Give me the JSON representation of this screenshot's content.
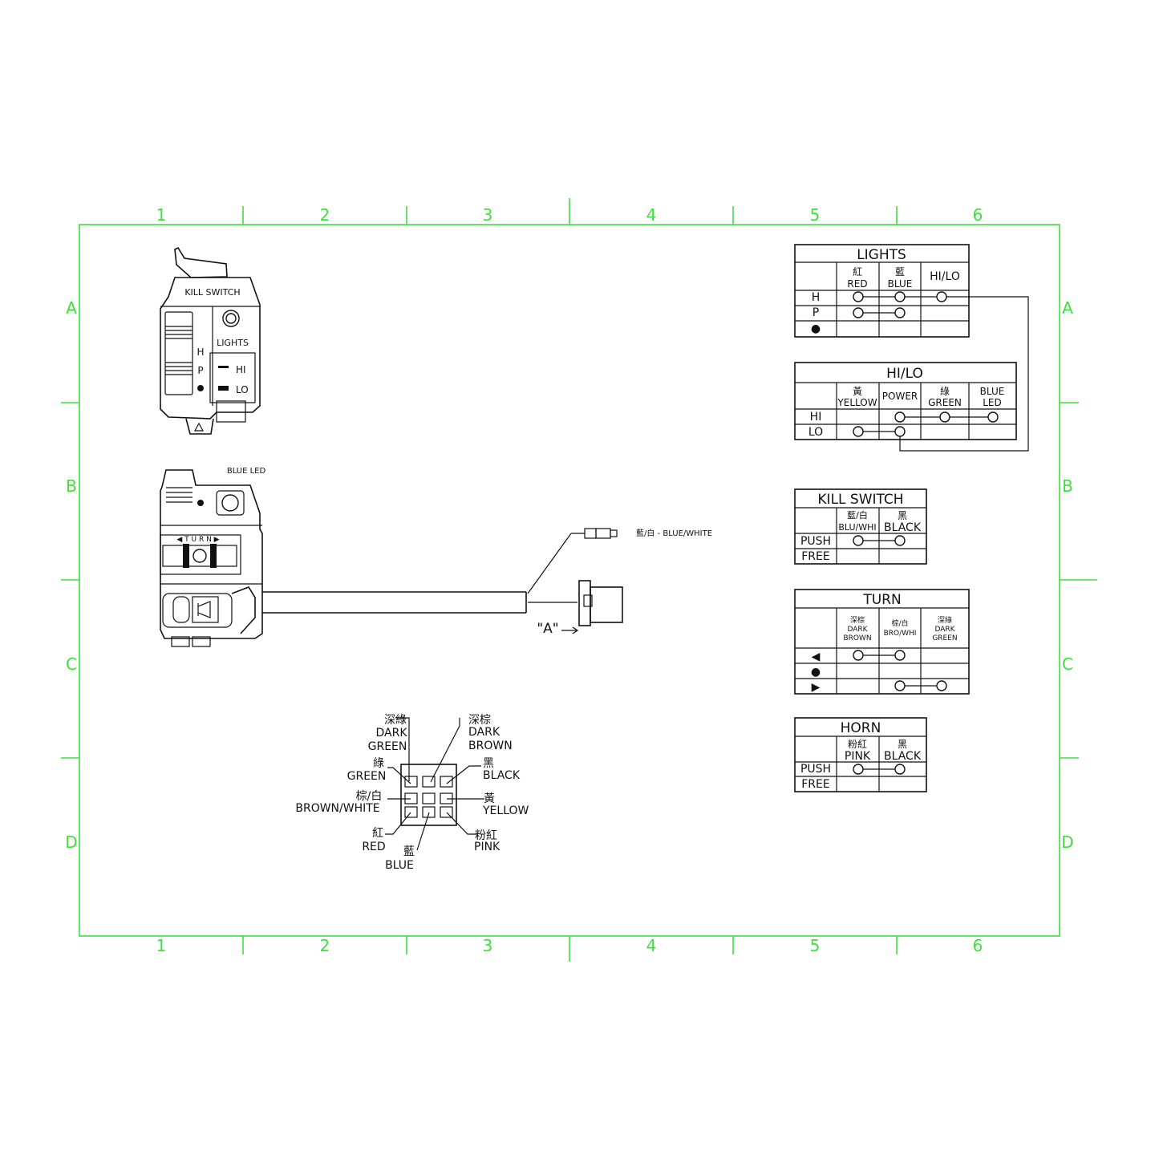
{
  "frame": {
    "columns": [
      "1",
      "2",
      "3",
      "4",
      "5",
      "6"
    ],
    "rows": [
      "A",
      "B",
      "C",
      "D"
    ],
    "color": "#3ee03e"
  },
  "switch_upper": {
    "kill_switch_label": "KILL SWITCH",
    "lights_label": "LIGHTS",
    "pos_h": "H",
    "pos_p": "P",
    "hi_label": "HI",
    "lo_label": "LO"
  },
  "switch_lower": {
    "blue_led_label": "BLUE LED",
    "turn_label": "◀ T U R N ▶"
  },
  "connector_a": {
    "label": "\"A\"",
    "wire_label": "藍/白 - BLUE/WHITE"
  },
  "pin_diagram": {
    "dark_green_cn": "深綠",
    "dark_green_en1": "DARK",
    "dark_green_en2": "GREEN",
    "dark_brown_cn": "深棕",
    "dark_brown_en1": "DARK",
    "dark_brown_en2": "BROWN",
    "green_cn": "綠",
    "green_en": "GREEN",
    "black_cn": "黑",
    "black_en": "BLACK",
    "brown_white_cn": "棕/白",
    "brown_white_en": "BROWN/WHITE",
    "yellow_cn": "黃",
    "yellow_en": "YELLOW",
    "red_cn": "紅",
    "red_en": "RED",
    "pink_cn": "粉紅",
    "pink_en": "PINK",
    "blue_cn": "藍",
    "blue_en": "BLUE"
  },
  "tables": {
    "lights": {
      "title": "LIGHTS",
      "headers": [
        {
          "cn": "紅",
          "en": "RED"
        },
        {
          "cn": "藍",
          "en": "BLUE"
        },
        {
          "cn": "",
          "en": "HI/LO"
        }
      ],
      "rows": [
        "H",
        "P",
        "●"
      ]
    },
    "hilo": {
      "title": "HI/LO",
      "headers": [
        {
          "cn": "黃",
          "en": "YELLOW"
        },
        {
          "cn": "",
          "en": "POWER"
        },
        {
          "cn": "綠",
          "en": "GREEN"
        },
        {
          "cn": "BLUE",
          "en": "LED"
        }
      ],
      "rows": [
        "HI",
        "LO"
      ]
    },
    "kill": {
      "title": "KILL SWITCH",
      "headers": [
        {
          "cn": "藍/白",
          "en": "BLU/WHI"
        },
        {
          "cn": "黑",
          "en": "BLACK"
        }
      ],
      "rows": [
        "PUSH",
        "FREE"
      ]
    },
    "turn": {
      "title": "TURN",
      "headers": [
        {
          "cn": "深棕",
          "en1": "DARK",
          "en2": "BROWN"
        },
        {
          "cn": "棕/白",
          "en1": "BRO/WHI",
          "en2": ""
        },
        {
          "cn": "深綠",
          "en1": "DARK",
          "en2": "GREEN"
        }
      ],
      "rows": [
        "◀",
        "●",
        "▶"
      ]
    },
    "horn": {
      "title": "HORN",
      "headers": [
        {
          "cn": "粉紅",
          "en": "PINK"
        },
        {
          "cn": "黑",
          "en": "BLACK"
        }
      ],
      "rows": [
        "PUSH",
        "FREE"
      ]
    }
  }
}
